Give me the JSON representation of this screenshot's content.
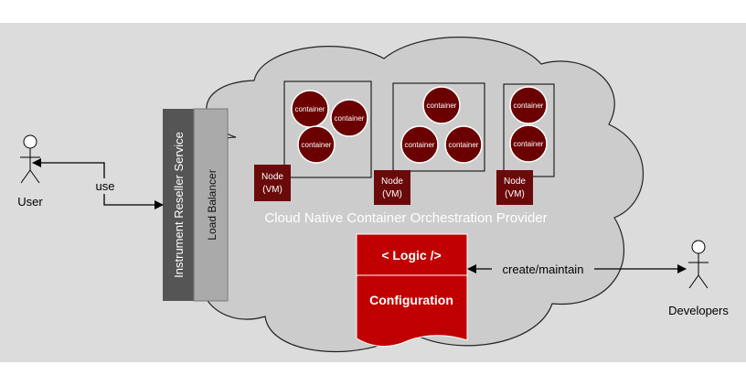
{
  "colors": {
    "background_band": "#dcdcdc",
    "cloud_fill": "#cccccc",
    "cloud_stroke": "#222222",
    "container_fill": "#6b0000",
    "node_fill": "#6b0a0a",
    "logic_fill": "#c00000",
    "reseller_fill": "#555555",
    "lb_fill": "#aaaaaa"
  },
  "actors": {
    "user": "User",
    "developers": "Developers"
  },
  "service": {
    "reseller": "Instrument Reseller Service",
    "load_balancer": "Load Balancer"
  },
  "cloud": {
    "title": "Cloud Native Container Orchestration Provider"
  },
  "nodes": {
    "line1": "Node",
    "line2": "(VM)"
  },
  "container_label": "container",
  "document": {
    "logic": "< Logic />",
    "configuration": "Configuration"
  },
  "edges": {
    "use": "use",
    "create_maintain": "create/maintain"
  }
}
